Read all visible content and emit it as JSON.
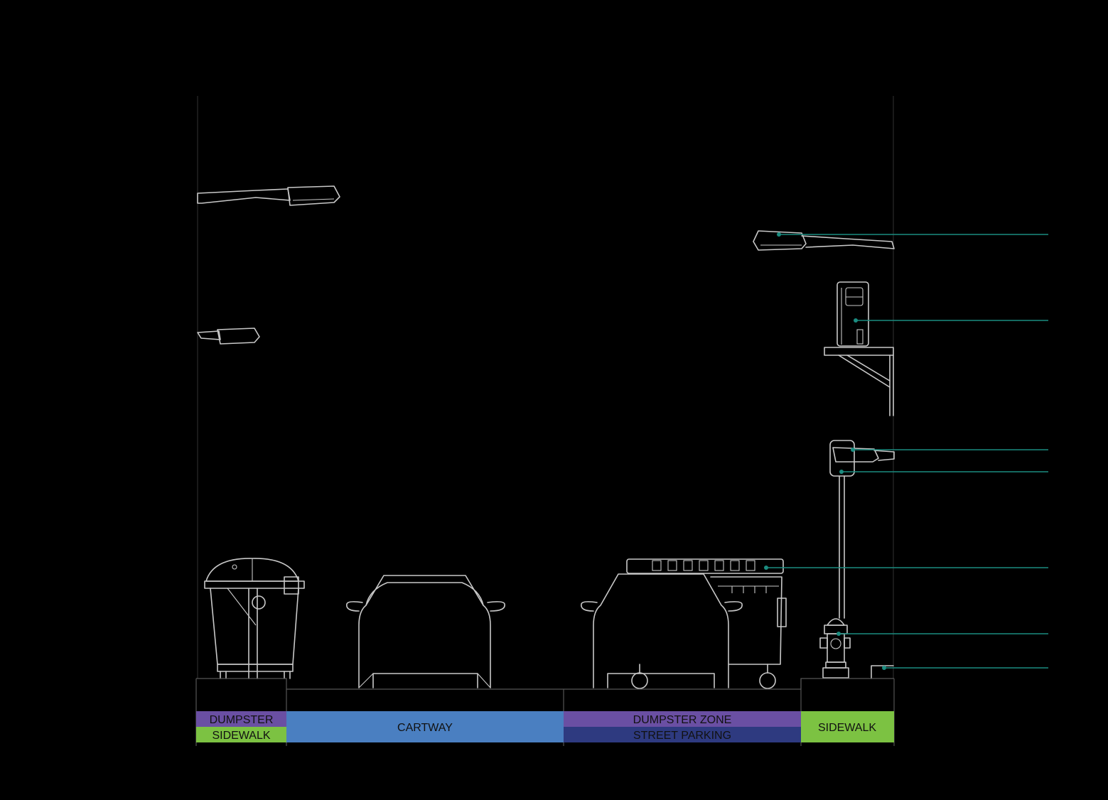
{
  "zones": [
    {
      "id": "dumpster",
      "label": "DUMPSTER",
      "color": "#6a4fa3"
    },
    {
      "id": "sidewalk-left",
      "label": "SIDEWALK",
      "color": "#7cc242"
    },
    {
      "id": "cartway",
      "label": "CARTWAY",
      "color": "#4a7fc1"
    },
    {
      "id": "dumpster-zone",
      "label": "DUMPSTER ZONE",
      "color": "#6a4fa3"
    },
    {
      "id": "street-parking",
      "label": "STREET PARKING",
      "color": "#2e3a80"
    },
    {
      "id": "sidewalk-right",
      "label": "SIDEWALK",
      "color": "#7cc242"
    }
  ],
  "colors": {
    "background": "#000000",
    "linework": "#c8c8c8",
    "leader": "#1b8c80"
  }
}
